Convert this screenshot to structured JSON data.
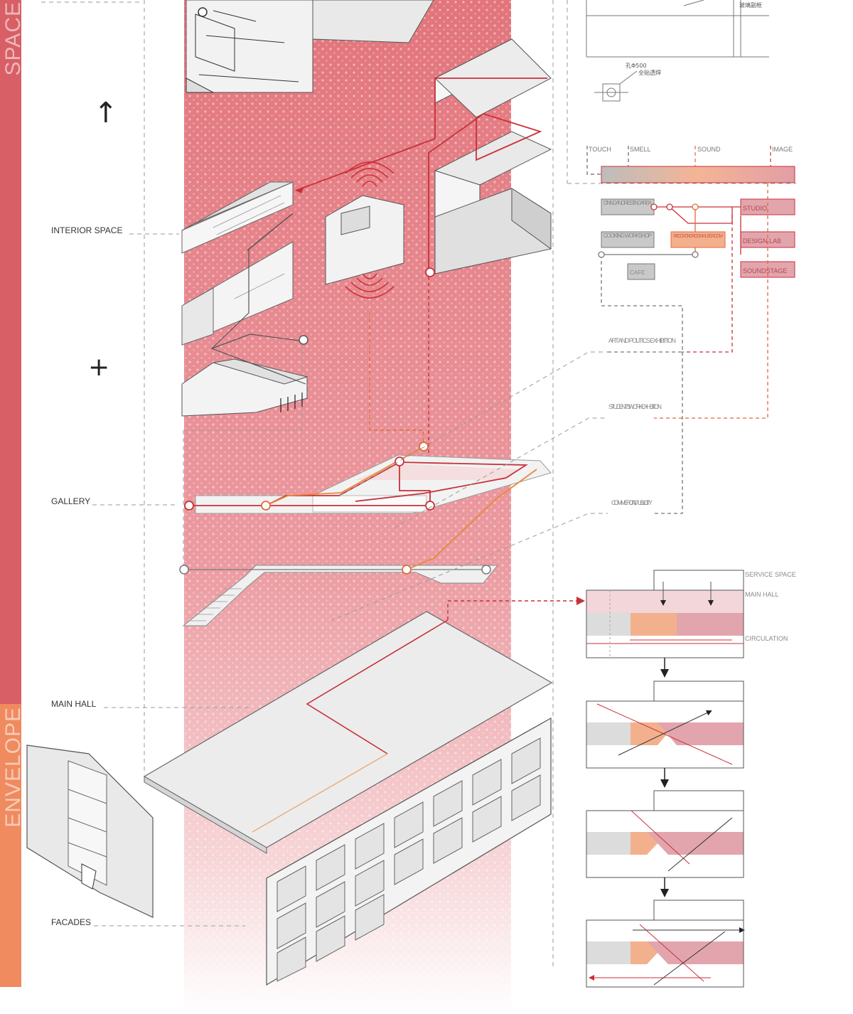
{
  "side_bands": {
    "space": {
      "label": "SPACE",
      "color": "#d85f66"
    },
    "envelope": {
      "label": "ENVELOPE",
      "color": "#f08a5f"
    }
  },
  "operators": {
    "arrow": "↑",
    "plus": "+"
  },
  "layer_labels": {
    "interior_space": "INTERIOR SPACE",
    "gallery": "GALLERY",
    "main_hall": "MAIN HALL",
    "facades": "FACADES"
  },
  "sensory_diagram": {
    "senses": [
      "TOUCH",
      "SMELL",
      "SOUND",
      "IMAGE"
    ],
    "rooms": {
      "dining": "DINING AND RESTING AREA",
      "cooking": "COOKING WORKSHOP",
      "cafe": "CAFE",
      "recording": "RECORDING ROOM MUSIC ROOM",
      "studio": "STUDIO",
      "design_lab": "DESIGN LAB",
      "soundstage": "SOUNDSTAGE"
    }
  },
  "detail_notes": {
    "note1": "玻璃副框",
    "note2": "孔Φ500",
    "note3": "全贴透焊"
  },
  "exhibitions": {
    "art": "ART AND POLITICS EXHIBITION",
    "students": "STUDENTS' WORK EXHIBITION",
    "commercial": "COMMERCIAL PUBLICITY"
  },
  "section_legend": {
    "service": "SERVICE SPACE",
    "main_hall": "MAIN HALL",
    "circulation": "CIRCULATION"
  },
  "colors": {
    "accent_red": "#c8313a",
    "accent_orange": "#e8893a",
    "band_pink": "#e6868b",
    "box_pink": "#e3a5ad",
    "box_salmon": "#f3b08d",
    "box_grey": "#c9c9c9"
  }
}
